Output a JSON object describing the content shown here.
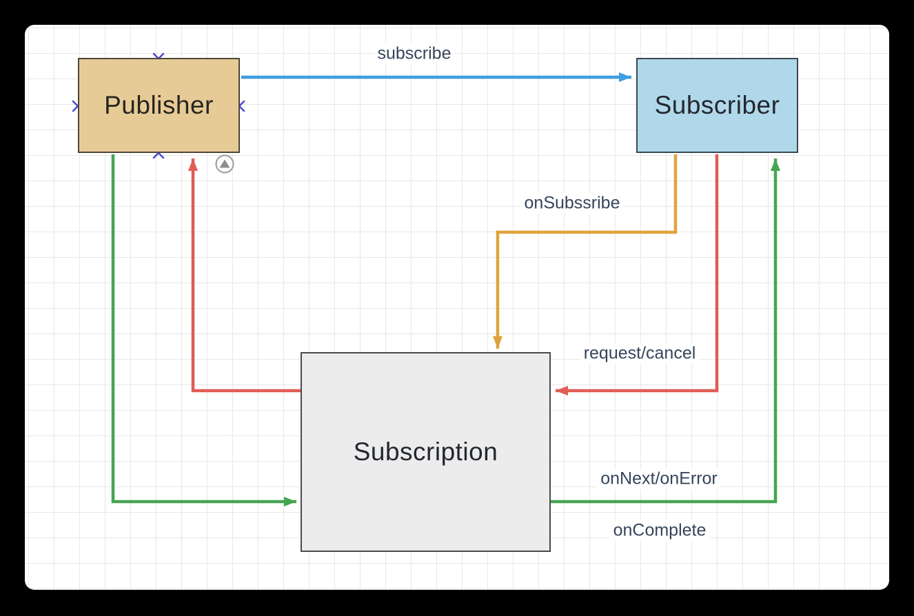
{
  "theme": {
    "outer-bg": "#000000",
    "canvas-bg": "#ffffff",
    "grid-color": "#e7e7e7",
    "edge-label-color": "#35455c"
  },
  "nodes": {
    "publisher": {
      "label": "Publisher",
      "fill": "#e7cb97",
      "border": "#4c4636",
      "text_color": "#26251f"
    },
    "subscriber": {
      "label": "Subscriber",
      "fill": "#b1d8ea",
      "border": "#39474f",
      "text_color": "#23272e"
    },
    "subscription": {
      "label": "Subscription",
      "fill": "#ececec",
      "border": "#4a4a4a",
      "text_color": "#23272e"
    }
  },
  "edges": {
    "subscribe": {
      "label": "subscribe",
      "color": "#3e9ee0",
      "style": "solid",
      "from": "Publisher",
      "to": "Subscriber"
    },
    "on_subscribe": {
      "label": "onSubssribe",
      "color": "#e0a33c",
      "style": "solid",
      "from": "Subscriber",
      "to": "Subscription"
    },
    "request_cancel": {
      "label": "request/cancel",
      "color": "#e05c55",
      "style": "solid-dashed",
      "from": "Subscriber",
      "to": "Publisher"
    },
    "on_next_on_error": {
      "label": "onNext/onError",
      "color": "#45a552",
      "style": "solid-dashed",
      "from": "Publisher",
      "to": "Subscriber"
    },
    "on_complete": {
      "label": "onComplete",
      "color": "#45a552",
      "style": "label-only"
    }
  },
  "decorations": {
    "connection_point_icon": "x-cross",
    "connection_point_color": "#4a4ad4",
    "collapse_toggle_icon": "triangle-up-circle",
    "collapse_toggle_color": "#8c8c8c"
  }
}
